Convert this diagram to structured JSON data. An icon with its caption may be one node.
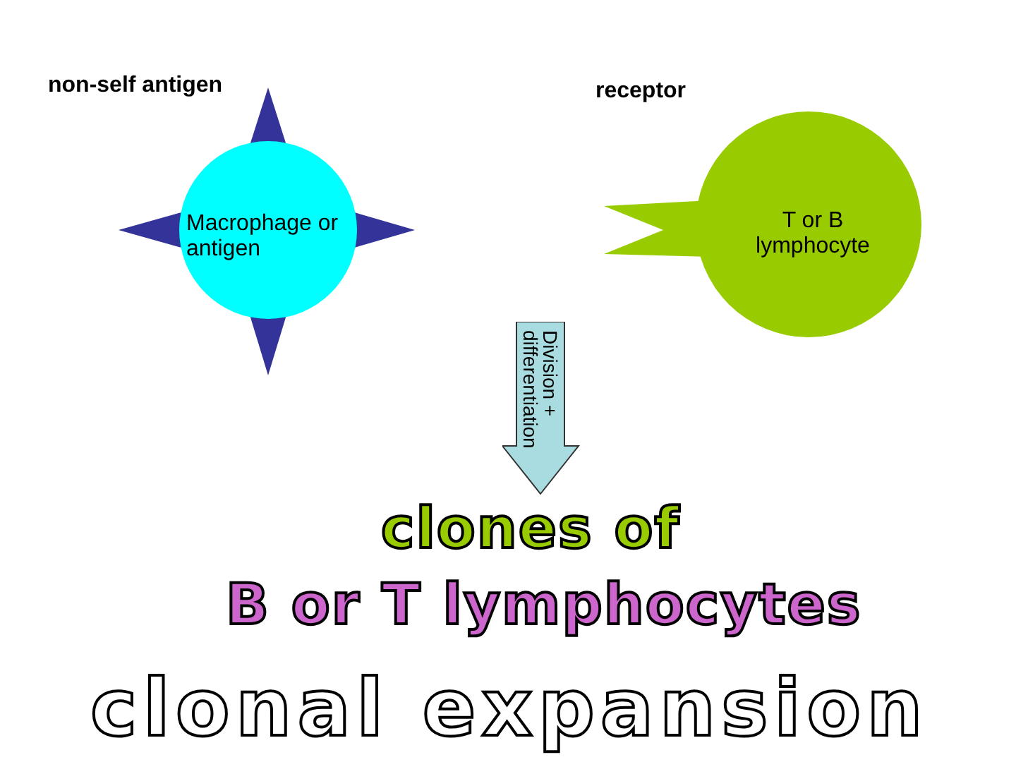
{
  "diagram": {
    "caption": "clonal expansion",
    "nodes": [
      {
        "text": [
          "Macrophage or antigen"
        ]
      },
      {
        "text": [
          "T or B lymphocyte"
        ]
      },
      {
        "text": [
          "clones of",
          "B or T lymphocytes"
        ]
      }
    ],
    "edges": [
      {
        "from": null,
        "to": 2,
        "arrow": "to",
        "label": "Division + differentiation"
      }
    ],
    "labels": [
      "non-self antigen",
      "receptor"
    ]
  }
}
